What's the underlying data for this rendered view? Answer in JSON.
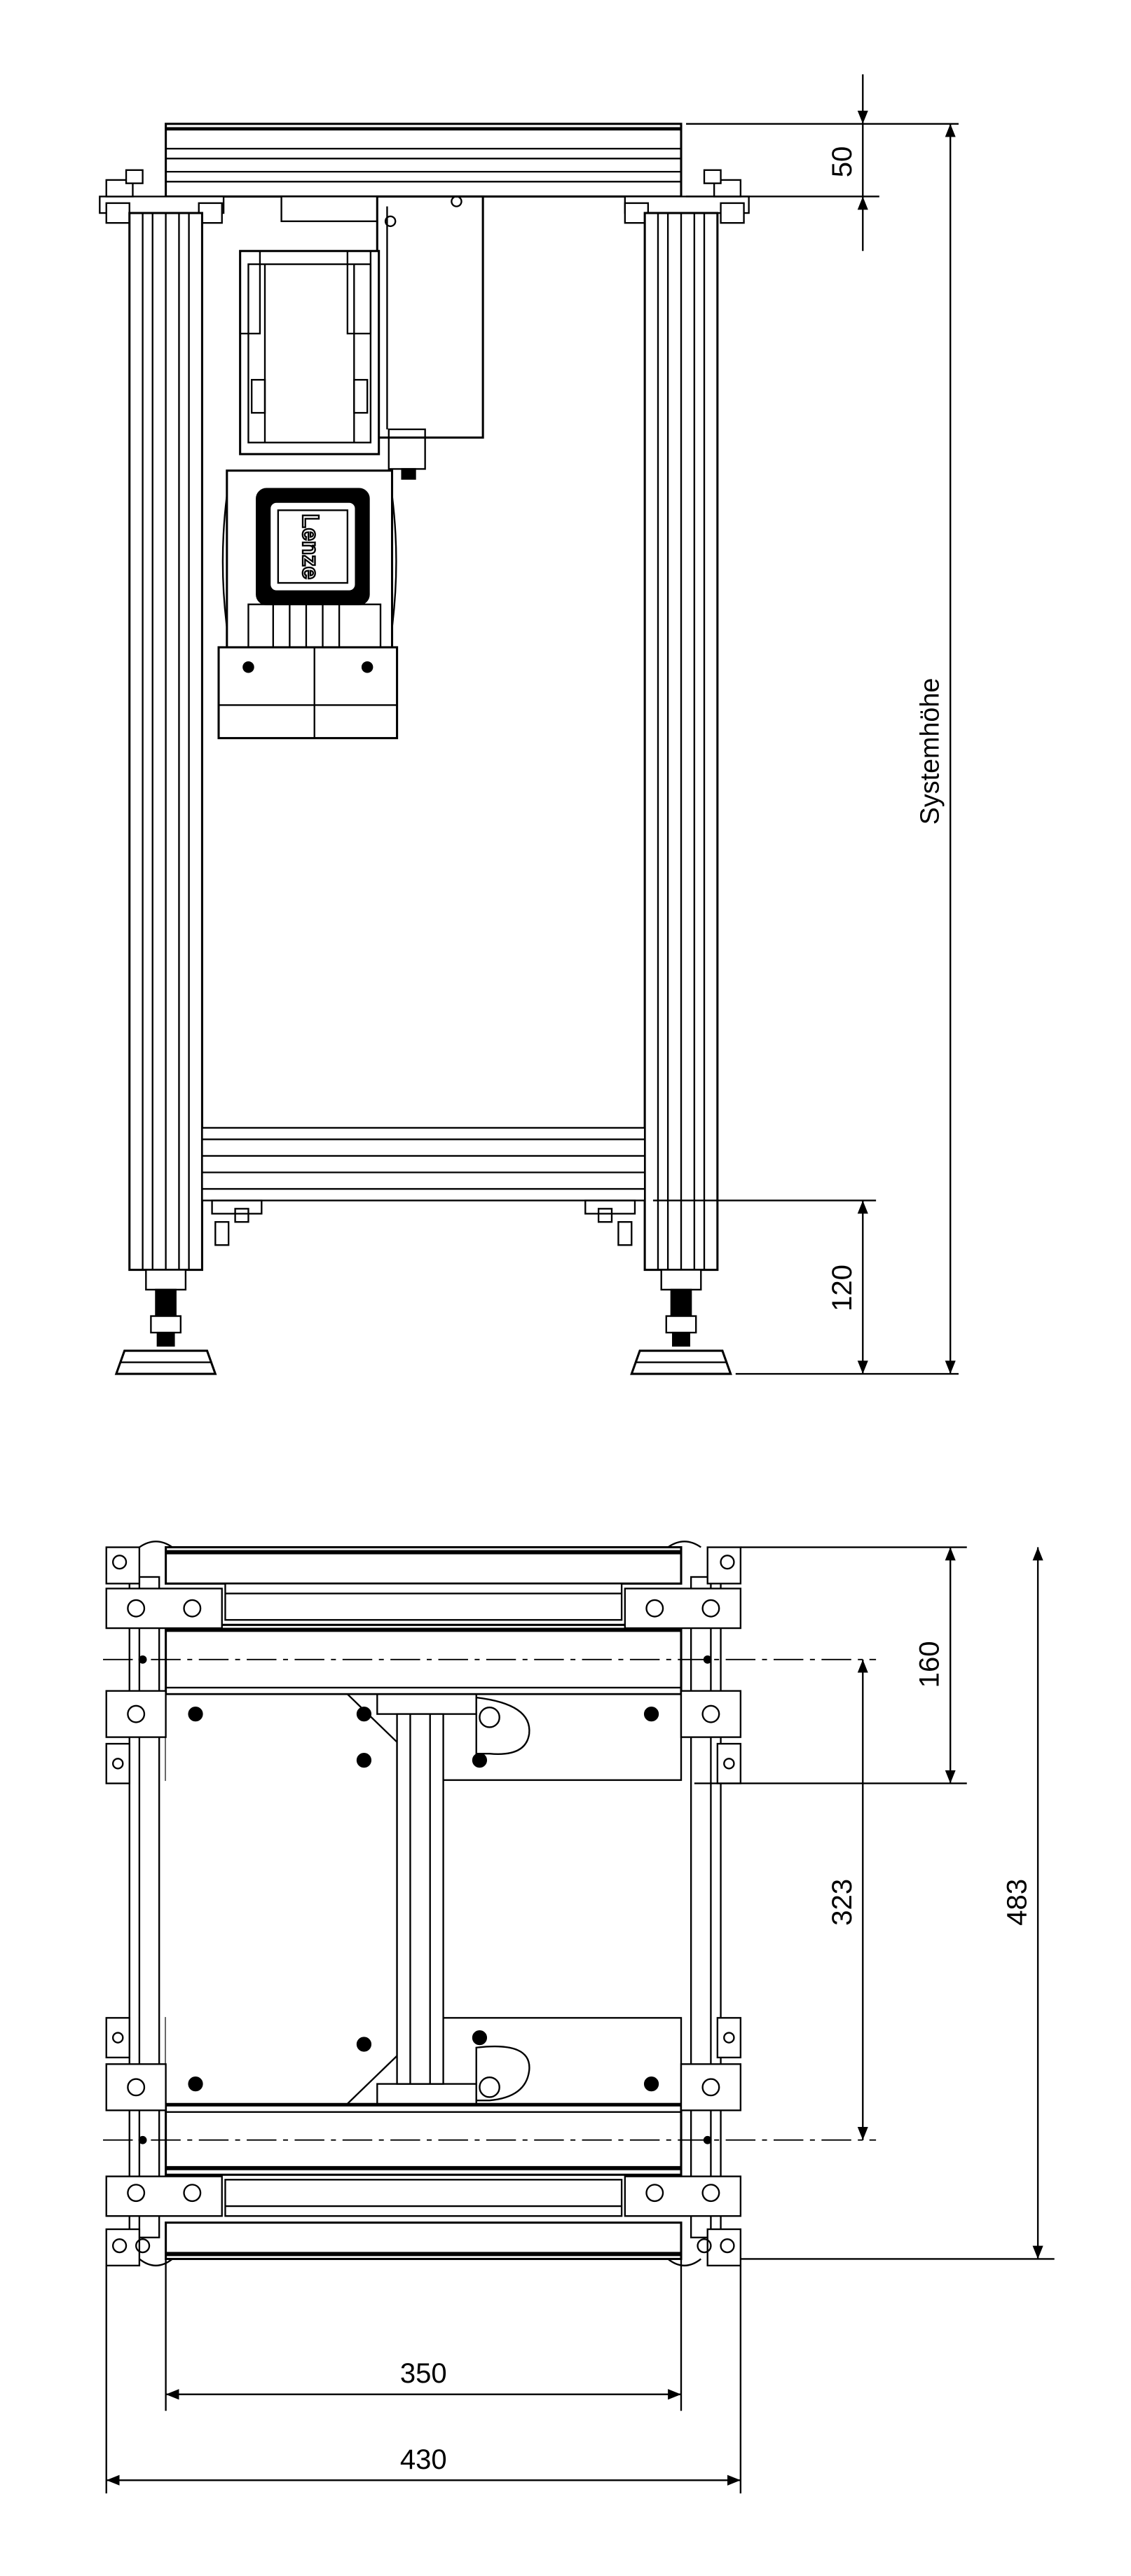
{
  "side_view": {
    "dim_top_label": "50",
    "dim_bottom_label": "120",
    "dim_height_label": "Systemhöhe",
    "motor_logo": "Lenze"
  },
  "top_view": {
    "dim_160_label": "160",
    "dim_323_label": "323",
    "dim_483_label": "483",
    "dim_350_label": "350",
    "dim_430_label": "430"
  }
}
